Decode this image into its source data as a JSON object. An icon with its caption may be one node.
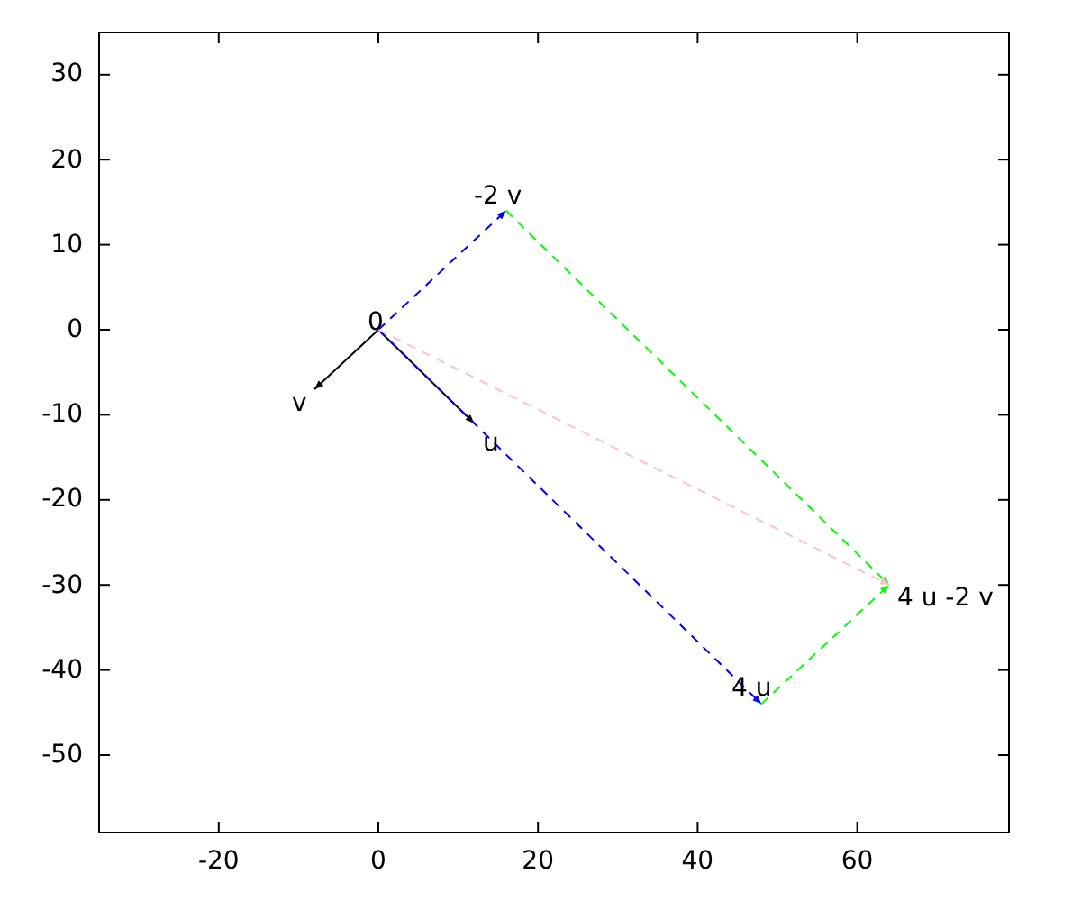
{
  "diagram": {
    "nodes": [
      {
        "text": [
          "0"
        ]
      },
      {
        "text": [
          "v"
        ]
      },
      {
        "text": [
          "u"
        ]
      },
      {
        "text": [
          "-2 v"
        ]
      },
      {
        "text": [
          "4 u"
        ]
      },
      {
        "text": [
          "4 u -2 v"
        ]
      }
    ],
    "edges": [
      {
        "from": 0,
        "to": 1,
        "arrow": "to",
        "color": "#000000"
      },
      {
        "from": 0,
        "to": 2,
        "arrow": "to",
        "color": "#000000"
      },
      {
        "from": 0,
        "to": 3,
        "arrow": "to",
        "style": "dashed",
        "color": "#0000ff"
      },
      {
        "from": 0,
        "to": 4,
        "arrow": "to",
        "style": "dashed",
        "color": "#0000ff"
      },
      {
        "from": 3,
        "to": 5,
        "arrow": "to",
        "style": "dashed",
        "color": "#00ff00"
      },
      {
        "from": 4,
        "to": 5,
        "arrow": "to",
        "style": "dashed",
        "color": "#00ff00"
      },
      {
        "from": 0,
        "to": 5,
        "arrow": "to",
        "style": "dashed",
        "color": "#ffc0cb"
      }
    ],
    "labels": [
      "30",
      "20",
      "10",
      "0",
      "-10",
      "-20",
      "-30",
      "-40",
      "-50",
      "-20",
      "0",
      "20",
      "40",
      "60"
    ]
  }
}
